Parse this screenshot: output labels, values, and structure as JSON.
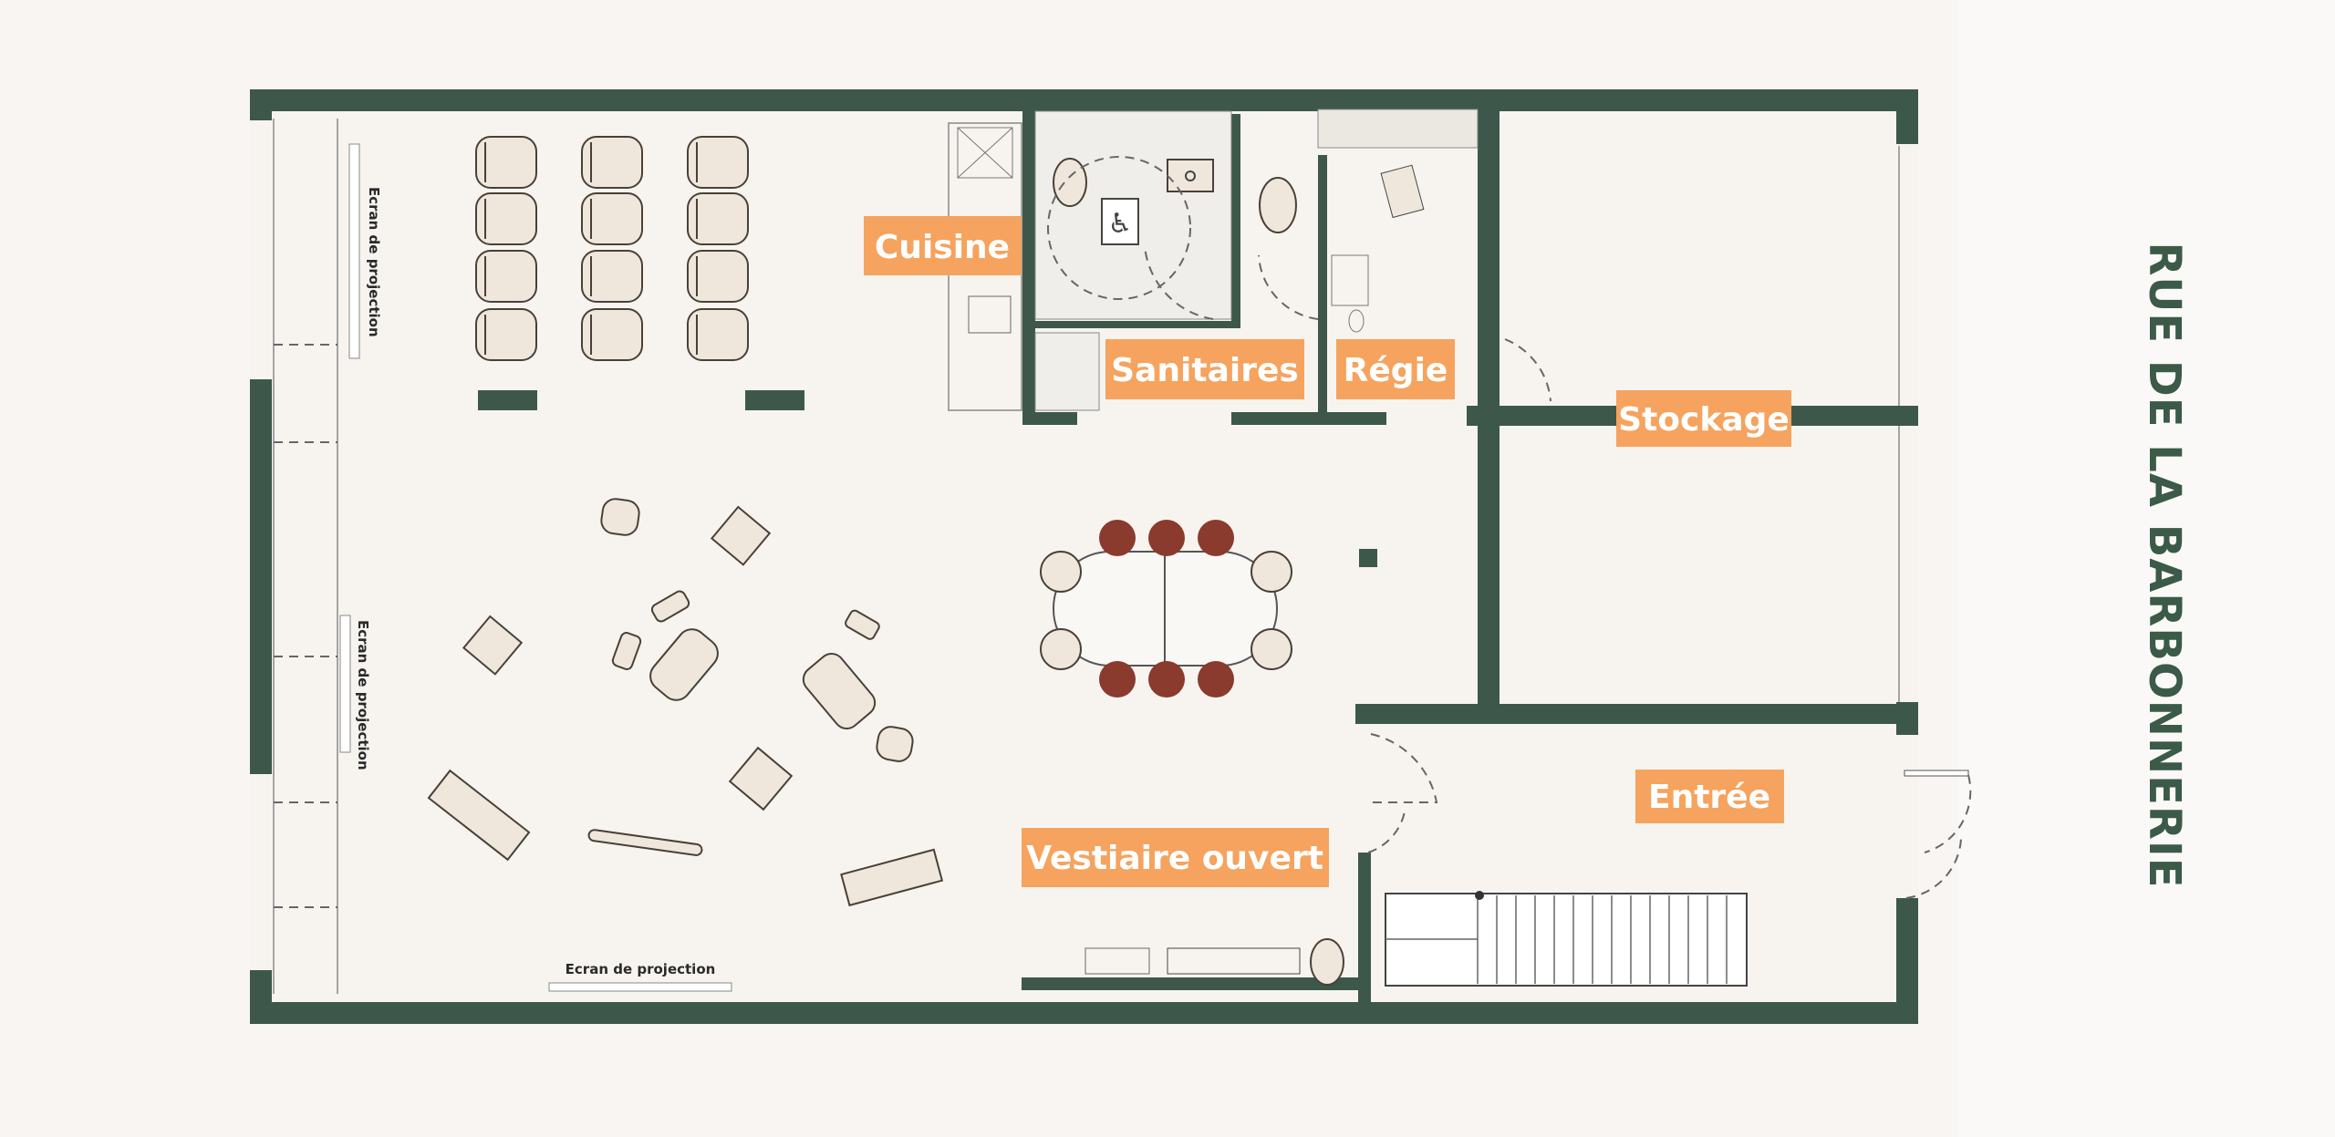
{
  "street_label": "RUE DE LA BARBONNERIE",
  "rooms": {
    "cuisine": "Cuisine",
    "sanitaires": "Sanitaires",
    "regie": "Régie",
    "stockage": "Stockage",
    "entree": "Entrée",
    "vestiaire": "Vestiaire ouvert"
  },
  "screens": [
    "Ecran de projection",
    "Ecran de projection",
    "Ecran de projection"
  ],
  "colors": {
    "wall": "#3d584a",
    "label_bg": "#f5a35e",
    "label_text": "#ffffff",
    "chair_accent": "#8b3a2e",
    "background": "#f8f5f2"
  }
}
